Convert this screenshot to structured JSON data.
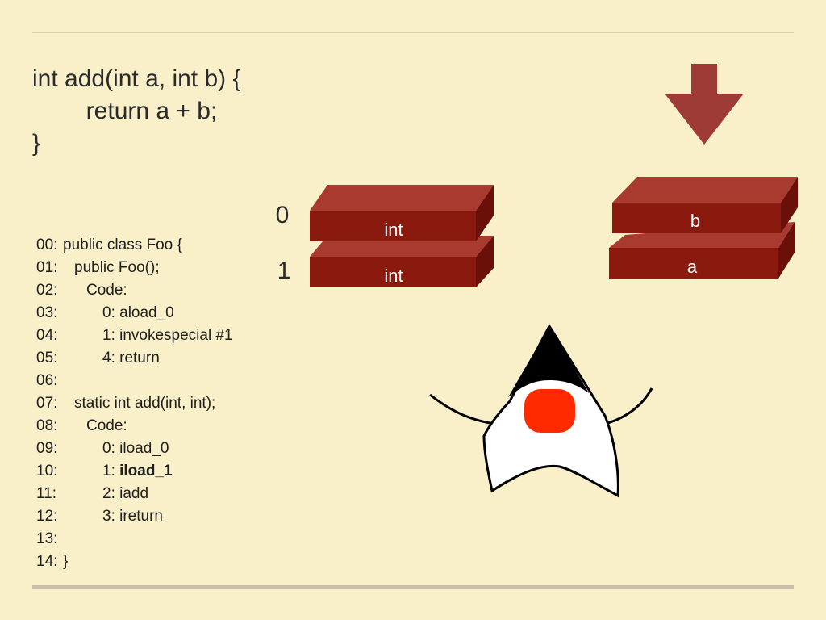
{
  "signature": {
    "lines": [
      "int add(int a, int b) {",
      "        return a + b;",
      "}"
    ]
  },
  "listing": [
    {
      "num": "00:",
      "indent": 0,
      "text": "public class Foo {",
      "bold": false
    },
    {
      "num": "01:",
      "indent": 1,
      "text": "public Foo();",
      "bold": false
    },
    {
      "num": "02:",
      "indent": 2,
      "text": "Code:",
      "bold": false
    },
    {
      "num": "03:",
      "indent": 3,
      "text": "0: aload_0",
      "bold": false
    },
    {
      "num": "04:",
      "indent": 3,
      "text": "1: invokespecial #1",
      "bold": false
    },
    {
      "num": "05:",
      "indent": 3,
      "text": "4: return",
      "bold": false
    },
    {
      "num": "06:",
      "indent": 0,
      "text": "",
      "bold": false
    },
    {
      "num": "07:",
      "indent": 1,
      "text": "static int add(int, int);",
      "bold": false
    },
    {
      "num": "08:",
      "indent": 2,
      "text": "Code:",
      "bold": false
    },
    {
      "num": "09:",
      "indent": 3,
      "text": "0: iload_0",
      "bold": false
    },
    {
      "num": "10:",
      "indent": 3,
      "prefix": "1: ",
      "text": "iload_1",
      "bold": true
    },
    {
      "num": "11:",
      "indent": 3,
      "text": "2: iadd",
      "bold": false
    },
    {
      "num": "12:",
      "indent": 3,
      "text": "3: ireturn",
      "bold": false
    },
    {
      "num": "13:",
      "indent": 0,
      "text": "",
      "bold": false
    },
    {
      "num": "14:",
      "indent": 0,
      "text": "}",
      "bold": false
    }
  ],
  "locals": {
    "index_labels": [
      "0",
      "1"
    ],
    "slots": [
      "int",
      "int"
    ]
  },
  "stack": {
    "items": [
      "b",
      "a"
    ]
  },
  "colors": {
    "background": "#f9efc9",
    "block_front": "#8b1a0e",
    "block_top": "#a83a30",
    "block_side": "#6a1008",
    "arrow": "#9e3b36",
    "duke_nose": "#ff2a00"
  },
  "icons": {
    "push_arrow": "down-arrow-icon",
    "mascot": "duke-mascot-icon"
  }
}
